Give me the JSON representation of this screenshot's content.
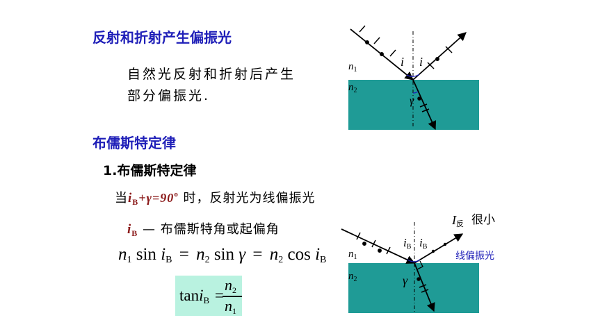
{
  "section1": {
    "title": "反射和折射产生偏振光",
    "body_line1": "自然光反射和折射后产生",
    "body_line2": "部分偏振光."
  },
  "section2": {
    "title": "布儒斯特定律",
    "subtitle": "1.布儒斯特定律",
    "condition_prefix": "当",
    "condition_i": "i",
    "condition_sub_B": "B",
    "condition_plus_gamma": "+γ=90",
    "condition_deg": "o",
    "condition_suffix": " 时，反射光为线偏振光",
    "def_i": "i",
    "def_sub": "B",
    "def_text": " —  布儒斯特角或起偏角",
    "eq_line": "n₁ sin i_B = n₂ sin γ = n₂ cos i_B",
    "eq_n1": "n",
    "eq_sub1": "1",
    "eq_sin": "sin",
    "eq_i": "i",
    "eq_B": "B",
    "eq_eq": "=",
    "eq_n2": "n",
    "eq_sub2": "2",
    "eq_gamma": "γ",
    "eq_cos": "cos",
    "tan_label": "tan",
    "tan_i": "i",
    "tan_B": "B",
    "tan_eq": "=",
    "tan_num": "n",
    "tan_num_sub": "2",
    "tan_den": "n",
    "tan_den_sub": "1"
  },
  "diagram1": {
    "label_n1": "n",
    "label_n1_sub": "1",
    "label_n2": "n",
    "label_n2_sub": "2",
    "angle_i_left": "i",
    "angle_i_right": "i",
    "angle_gamma": "γ"
  },
  "diagram2": {
    "label_I": "I",
    "label_I_sub": "反",
    "label_small": "很小",
    "label_polarized": "线偏振光",
    "label_n1": "n",
    "label_n1_sub": "1",
    "label_n2": "n",
    "label_n2_sub": "2",
    "angle_iB_left": "i",
    "angle_iB_left_sub": "B",
    "angle_iB_right": "i",
    "angle_iB_right_sub": "B",
    "angle_gamma": "γ"
  },
  "colors": {
    "heading_blue": "#1f1fb8",
    "highlight_red": "#8b1a1a",
    "medium_teal": "#1f9b96",
    "formula_bg": "#b9f2e0"
  }
}
